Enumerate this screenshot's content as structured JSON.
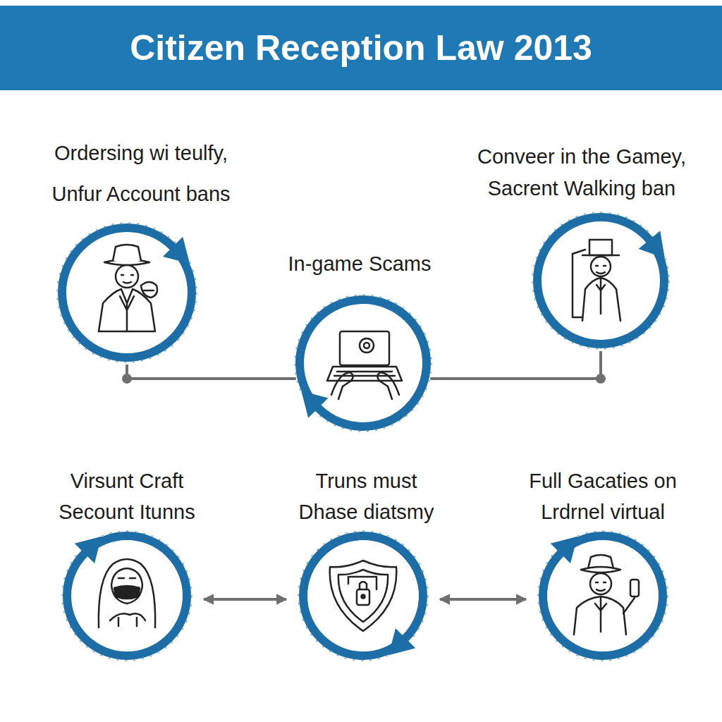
{
  "diagram": {
    "title": "Citizen Reception Law 2013",
    "nodes": [
      {
        "text": [
          "Ordersing wi teulfy, Unfur Account bans"
        ]
      },
      {
        "text": [
          "In-game Scams"
        ]
      },
      {
        "text": [
          "Conveer in the Gamey, Sacrent Walking ban"
        ]
      },
      {
        "text": [
          "Virsunt Craft Secount Itunns"
        ]
      },
      {
        "text": [
          "Truns must Dhase diatsmy"
        ]
      },
      {
        "text": [
          "Full Gacaties on Lrdrnel virtual"
        ]
      }
    ],
    "edges": [
      {
        "from": 0,
        "to": 1,
        "arrow": "none"
      },
      {
        "from": 1,
        "to": 2,
        "arrow": "none"
      },
      {
        "from": 3,
        "to": 4,
        "arrow": "both"
      },
      {
        "from": 4,
        "to": 5,
        "arrow": "both"
      }
    ]
  }
}
